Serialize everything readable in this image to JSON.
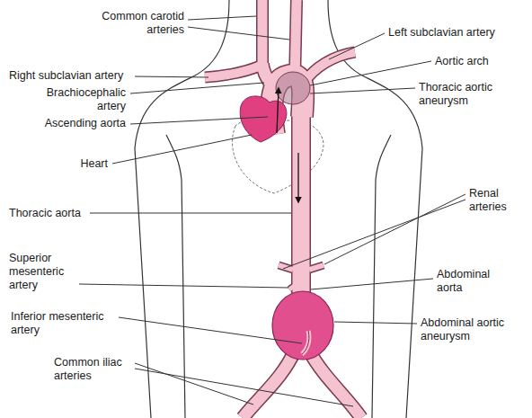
{
  "diagram": {
    "labels": [
      "Common carotid arteries",
      "Left subclavian artery",
      "Aortic arch",
      "Right subclavian artery",
      "Brachiocephalic artery",
      "Thoracic aortic aneurysm",
      "Ascending aorta",
      "Heart",
      "Renal arteries",
      "Thoracic aorta",
      "Superior mesenteric artery",
      "Abdominal aorta",
      "Inferior mesenteric artery",
      "Abdominal aortic aneurysm",
      "Common iliac arteries"
    ]
  }
}
